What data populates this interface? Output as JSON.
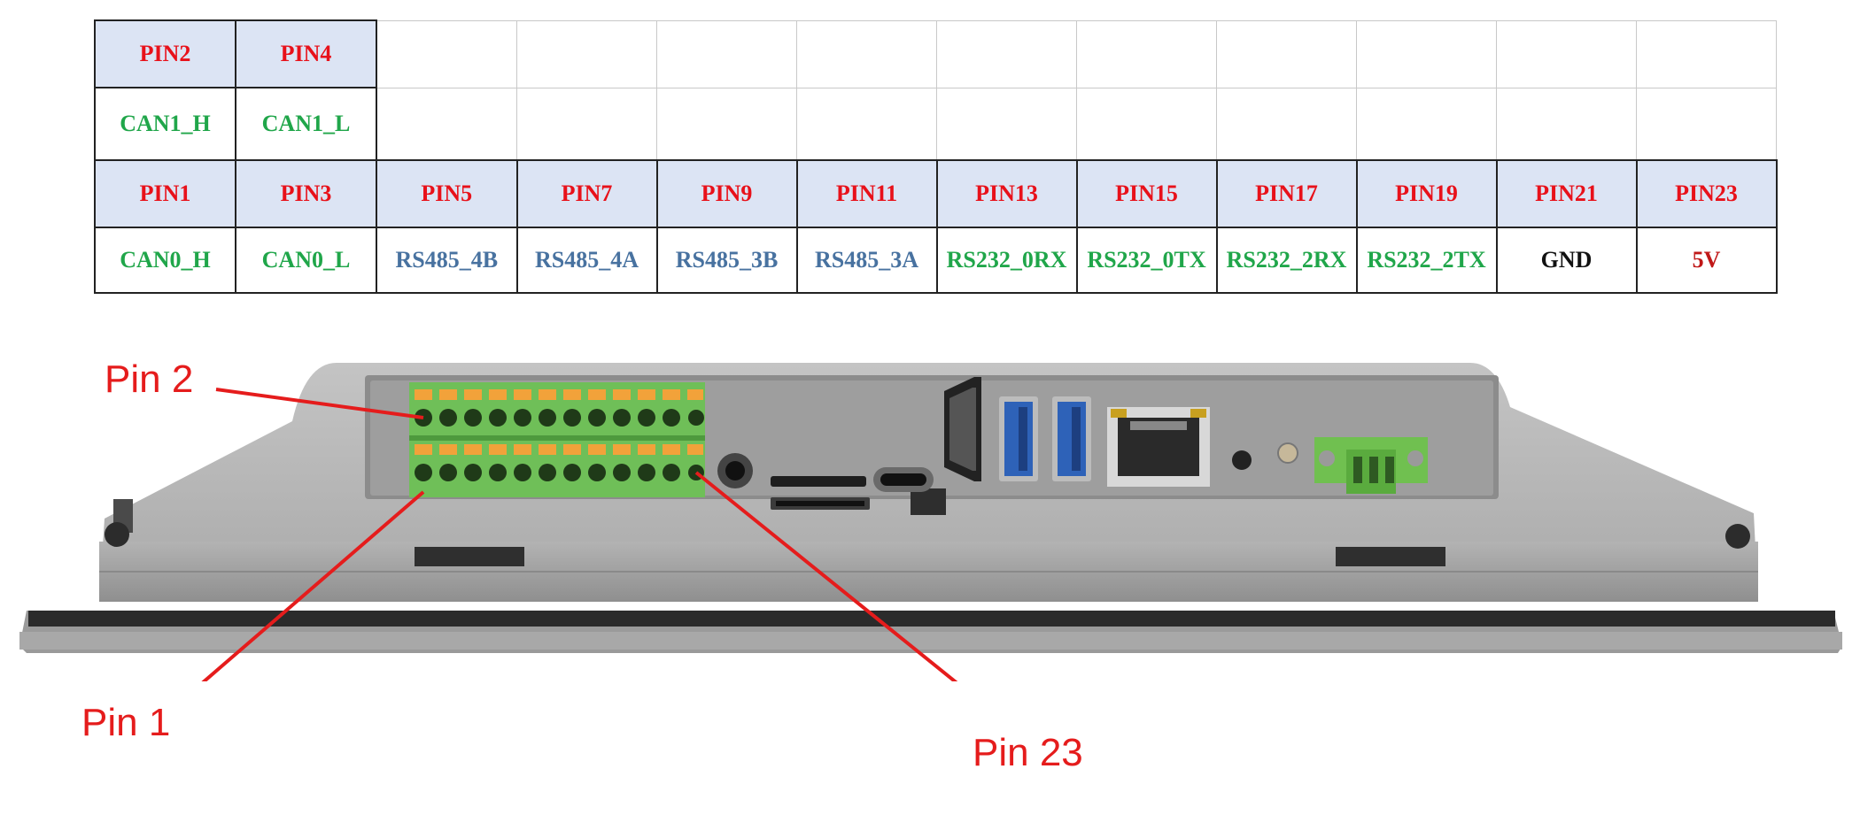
{
  "table": {
    "top_pins": [
      "PIN2",
      "PIN4"
    ],
    "top_signals": [
      "CAN1_H",
      "CAN1_L"
    ],
    "bottom_pins": [
      "PIN1",
      "PIN3",
      "PIN5",
      "PIN7",
      "PIN9",
      "PIN11",
      "PIN13",
      "PIN15",
      "PIN17",
      "PIN19",
      "PIN21",
      "PIN23"
    ],
    "bottom_signals": [
      "CAN0_H",
      "CAN0_L",
      "RS485_4B",
      "RS485_4A",
      "RS485_3B",
      "RS485_3A",
      "RS232_0RX",
      "RS232_0TX",
      "RS232_2RX",
      "RS232_2TX",
      "GND",
      "5V"
    ]
  },
  "callouts": {
    "pin2": "Pin 2",
    "pin1": "Pin 1",
    "pin23": "Pin 23"
  },
  "colors": {
    "pin_label": "#e8111a",
    "can": "#20a64a",
    "rs485": "#4872a0",
    "rs232": "#20a64a",
    "gnd": "#111111",
    "v5": "#c01818",
    "header_bg": "#dce4f4",
    "callout": "#e51c1c"
  },
  "icons": [
    "terminal-block-icon",
    "audio-jack-icon",
    "microsd-slot-icon",
    "usb-c-port-icon",
    "hdmi-port-icon",
    "usb-a-port-icon",
    "rj45-port-icon",
    "power-connector-icon"
  ]
}
